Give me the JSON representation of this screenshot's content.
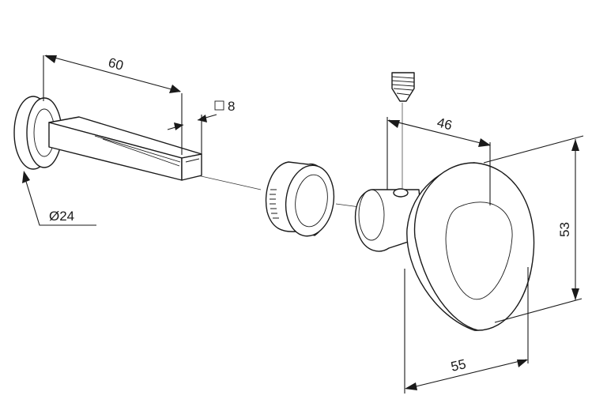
{
  "dimensions": {
    "spindle_length": "60",
    "spindle_square": "8",
    "rose_diameter": "Ø24",
    "knob_depth": "46",
    "knob_height": "53",
    "knob_width": "55"
  },
  "symbols": {
    "square_symbol": "□"
  },
  "colors": {
    "line": "#1a1a1a",
    "background": "#ffffff"
  }
}
